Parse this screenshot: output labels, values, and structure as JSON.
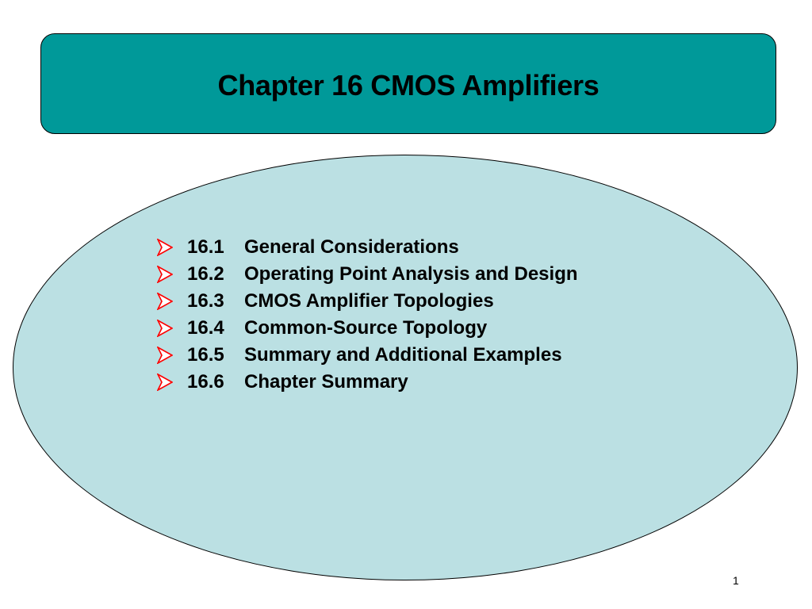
{
  "slide": {
    "title": "Chapter 16 CMOS Amplifiers",
    "page_number": "1",
    "colors": {
      "banner": "#009999",
      "ellipse": "#bbe0e3",
      "bullet": "#ff0000"
    },
    "toc": [
      {
        "number": "16.1",
        "label": "General Considerations",
        "icon": "arrow-bullet-icon"
      },
      {
        "number": "16.2",
        "label": "Operating Point Analysis and Design",
        "icon": "arrow-bullet-icon"
      },
      {
        "number": "16.3",
        "label": "CMOS Amplifier Topologies",
        "icon": "arrow-bullet-icon"
      },
      {
        "number": "16.4",
        "label": "Common-Source Topology",
        "icon": "arrow-bullet-icon"
      },
      {
        "number": "16.5",
        "label": "Summary and Additional Examples",
        "icon": "arrow-bullet-icon"
      },
      {
        "number": "16.6",
        "label": "Chapter Summary",
        "icon": "arrow-bullet-icon"
      }
    ]
  }
}
